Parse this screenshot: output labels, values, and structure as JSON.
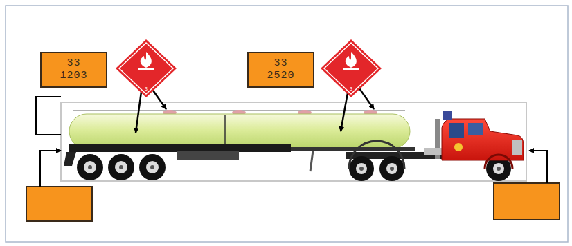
{
  "diagram": {
    "nodes": [
      {
        "text": [
          "33",
          "1203"
        ]
      },
      {
        "text": [
          "3"
        ]
      },
      {
        "text": [
          "33",
          "2520"
        ]
      },
      {
        "text": [
          "3"
        ]
      }
    ]
  }
}
